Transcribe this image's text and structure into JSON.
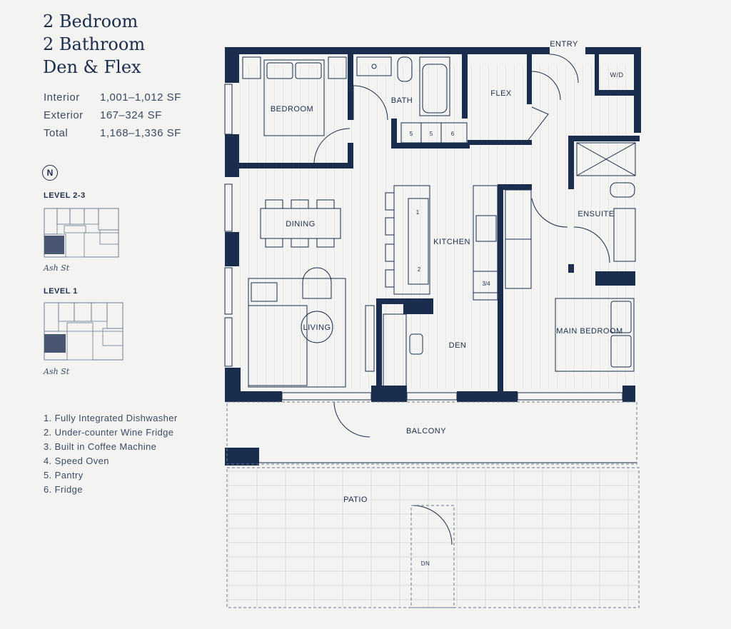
{
  "title_lines": [
    "2 Bedroom",
    "2 Bathroom",
    "Den & Flex"
  ],
  "areas": [
    {
      "label": "Interior",
      "value": "1,001–1,012 SF"
    },
    {
      "label": "Exterior",
      "value": "167–324 SF"
    },
    {
      "label": "Total",
      "value": "1,168–1,336 SF"
    }
  ],
  "north_label": "N",
  "keyplans": [
    {
      "level": "LEVEL 2-3",
      "street": "Ash St"
    },
    {
      "level": "LEVEL 1",
      "street": "Ash St"
    }
  ],
  "legend": [
    "1. Fully Integrated Dishwasher",
    "2. Under-counter Wine Fridge",
    "3. Built in Coffee Machine",
    "4. Speed Oven",
    "5. Pantry",
    "6. Fridge"
  ],
  "rooms": {
    "entry": "ENTRY",
    "wd": "W/D",
    "bedroom": "BEDROOM",
    "bath": "BATH",
    "flex": "FLEX",
    "dining": "DINING",
    "kitchen": "KITCHEN",
    "ensuite": "ENSUITE",
    "living": "LIVING",
    "den": "DEN",
    "main_bedroom": "MAIN BEDROOM",
    "balcony": "BALCONY",
    "patio": "PATIO",
    "dn": "DN"
  },
  "appliance_numbers": [
    "5",
    "5",
    "6",
    "1",
    "2",
    "3/4"
  ],
  "colors": {
    "wall": "#1a2d4c",
    "background": "#f3f3f1",
    "line": "#1a2d4c",
    "highlight": "#4a5671"
  }
}
